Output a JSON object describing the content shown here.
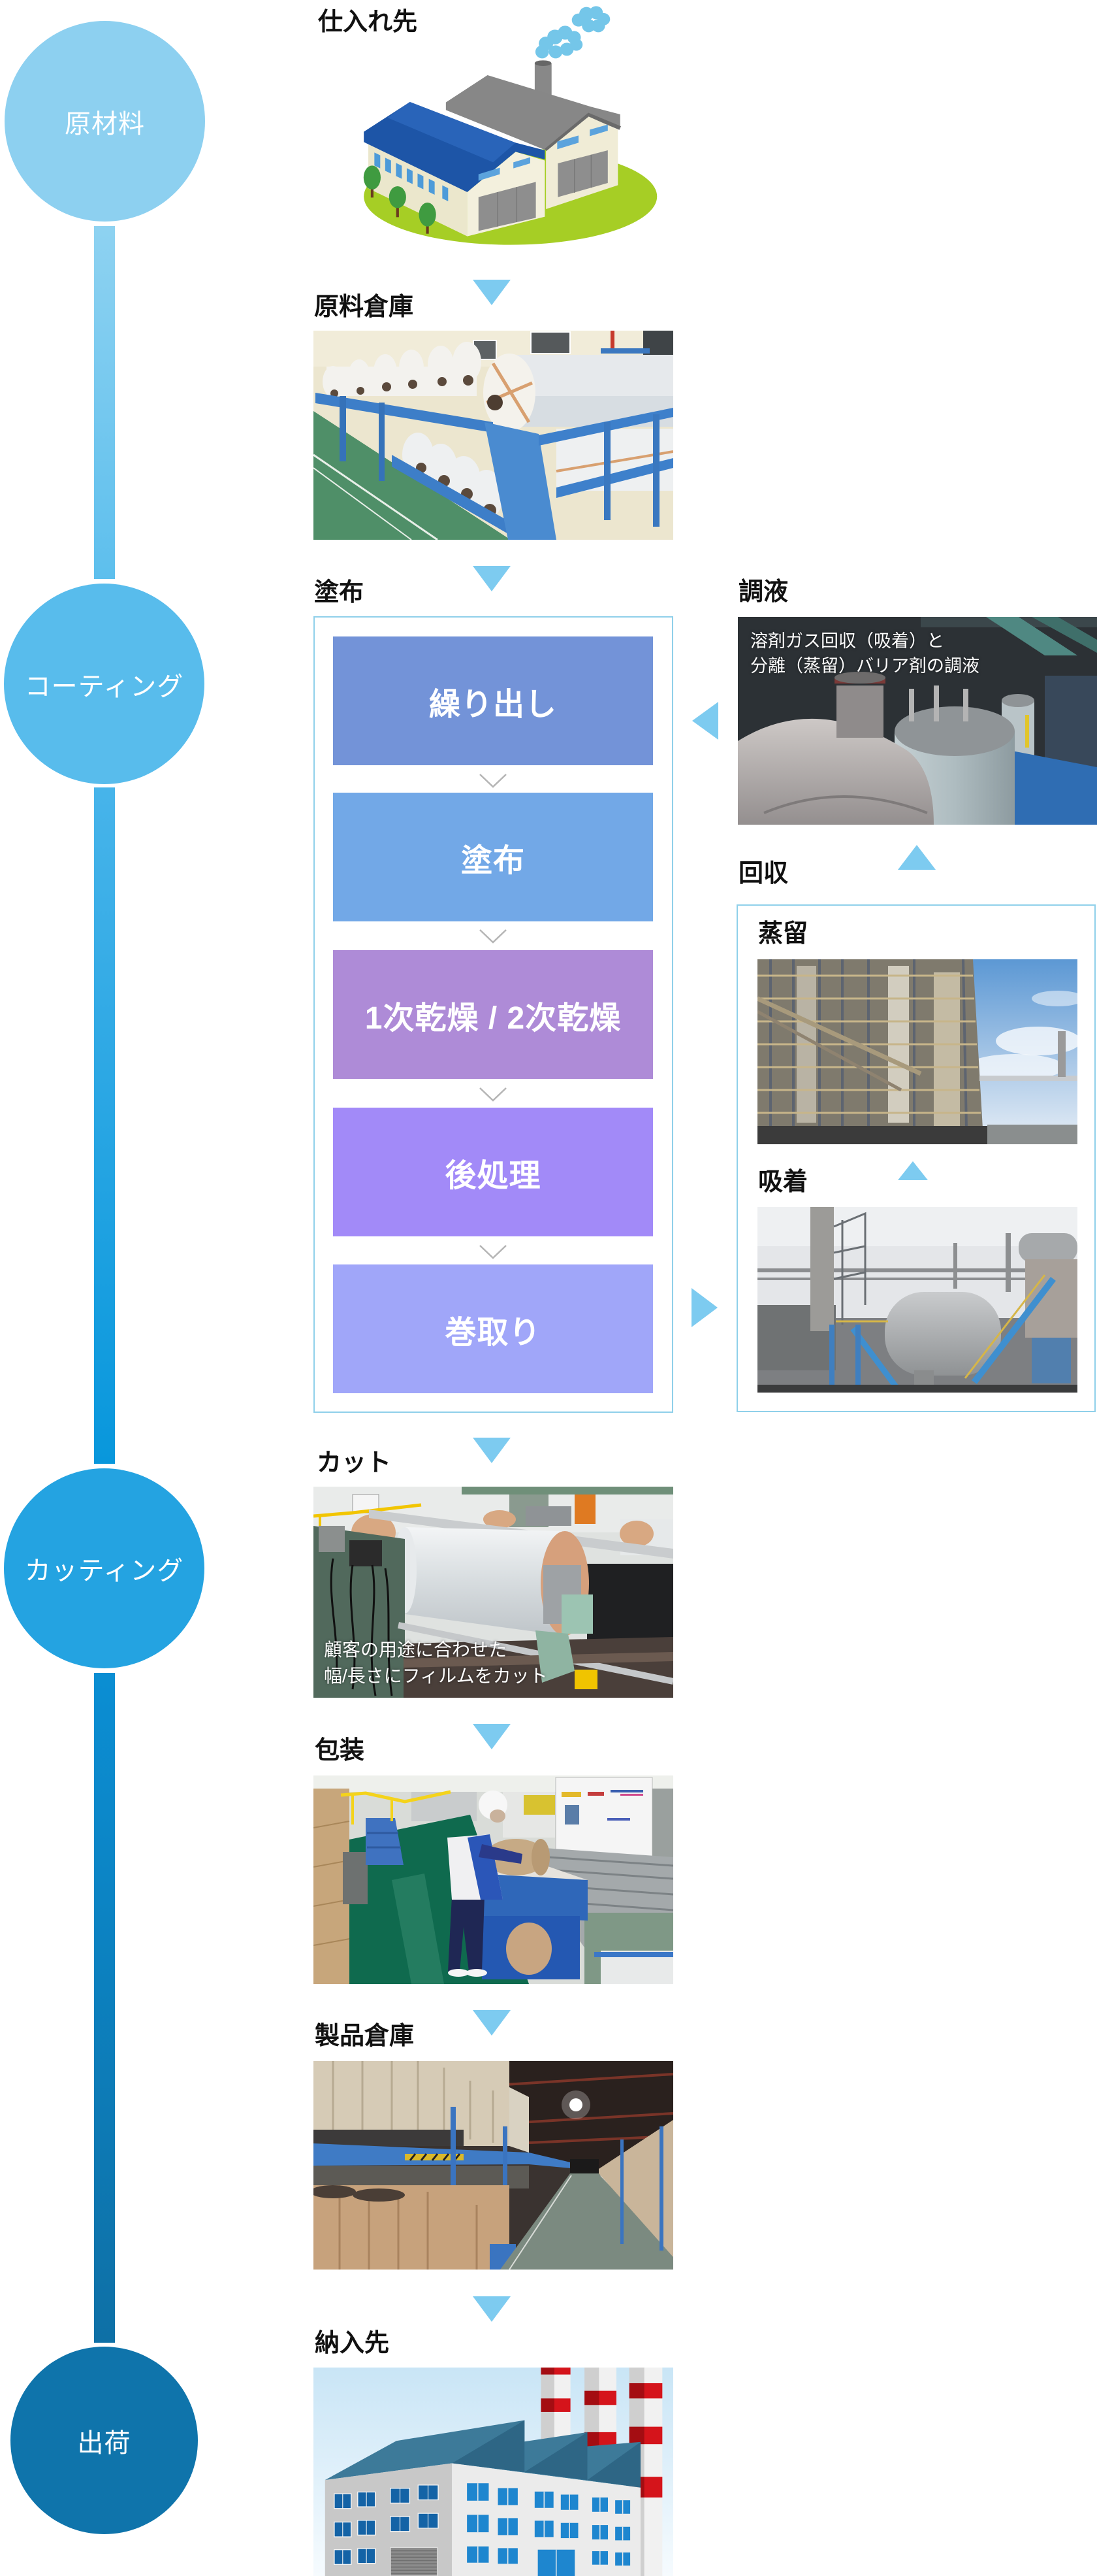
{
  "timeline": {
    "stages": [
      {
        "label": "原材料",
        "color": "#8dd0f0"
      },
      {
        "label": "コーティング",
        "color": "#58bcec"
      },
      {
        "label": "カッティング",
        "color": "#24a3e1"
      },
      {
        "label": "出荷",
        "color": "#0f74ab"
      }
    ]
  },
  "flow": {
    "supplier": {
      "title": "仕入れ先"
    },
    "raw_warehouse": {
      "title": "原料倉庫"
    },
    "coating": {
      "title": "塗布",
      "steps": [
        {
          "label": "繰り出し",
          "color": "#7393d8"
        },
        {
          "label": "塗布",
          "color": "#72a8e7"
        },
        {
          "label": "1次乾燥 / 2次乾燥",
          "color": "#ae8bd7"
        },
        {
          "label": "後処理",
          "color": "#a28af8"
        },
        {
          "label": "巻取り",
          "color": "#a0a6f9"
        }
      ]
    },
    "preparation": {
      "title": "調液",
      "caption_lines": [
        "溶剤ガス回収（吸着）と",
        "分離（蒸留）バリア剤の調液"
      ]
    },
    "recovery": {
      "title": "回収",
      "distillation": {
        "title": "蒸留"
      },
      "adsorption": {
        "title": "吸着"
      }
    },
    "cut": {
      "title": "カット",
      "caption_lines": [
        "顧客の用途に合わせた",
        "幅/長さにフィルムをカット"
      ]
    },
    "packaging": {
      "title": "包装"
    },
    "product_warehouse": {
      "title": "製品倉庫"
    },
    "delivery": {
      "title": "納入先"
    }
  },
  "colors": {
    "flow_arrow": "#7dcbf0",
    "box_border": "#8fd0ea",
    "chevron": "#b5b5b5",
    "label_text": "#111111"
  }
}
